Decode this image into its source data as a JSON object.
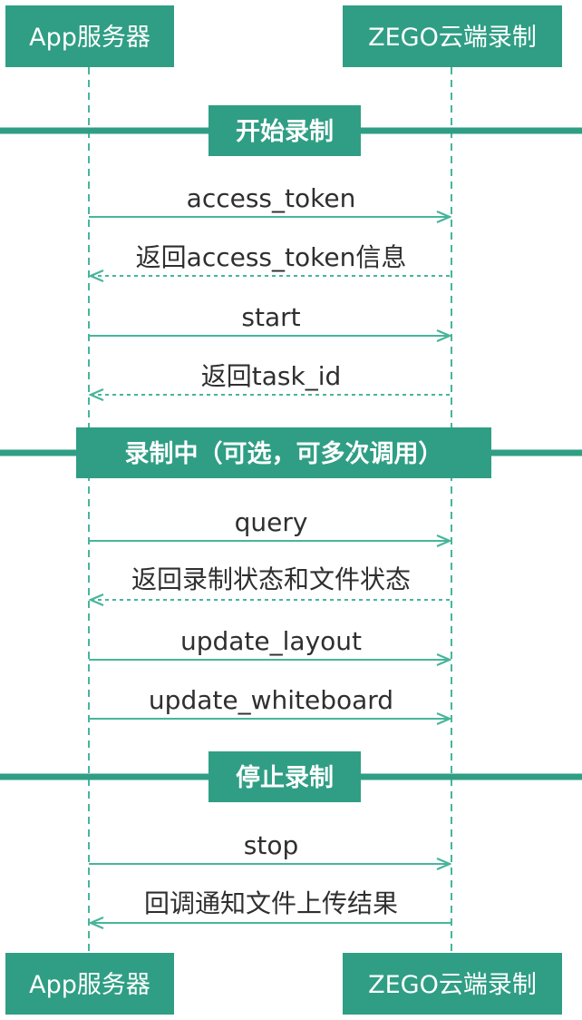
{
  "colors": {
    "teal": "#2f9e84",
    "arrow": "#48b59b",
    "text": "#2f2f2f",
    "actor_text": "#ffffff"
  },
  "actors": {
    "left": "App服务器",
    "right": "ZEGO云端录制"
  },
  "sections": [
    "开始录制",
    "录制中（可选，可多次调用）",
    "停止录制"
  ],
  "messages": [
    {
      "label": "access_token",
      "direction": "right",
      "style": "solid"
    },
    {
      "label": "返回access_token信息",
      "direction": "left",
      "style": "dashed"
    },
    {
      "label": "start",
      "direction": "right",
      "style": "solid"
    },
    {
      "label": "返回task_id",
      "direction": "left",
      "style": "dashed"
    },
    {
      "label": "query",
      "direction": "right",
      "style": "solid"
    },
    {
      "label": "返回录制状态和文件状态",
      "direction": "left",
      "style": "dashed"
    },
    {
      "label": "update_layout",
      "direction": "right",
      "style": "solid"
    },
    {
      "label": "update_whiteboard",
      "direction": "right",
      "style": "solid"
    },
    {
      "label": "stop",
      "direction": "right",
      "style": "solid"
    },
    {
      "label": "回调通知文件上传结果",
      "direction": "left",
      "style": "solid"
    }
  ]
}
